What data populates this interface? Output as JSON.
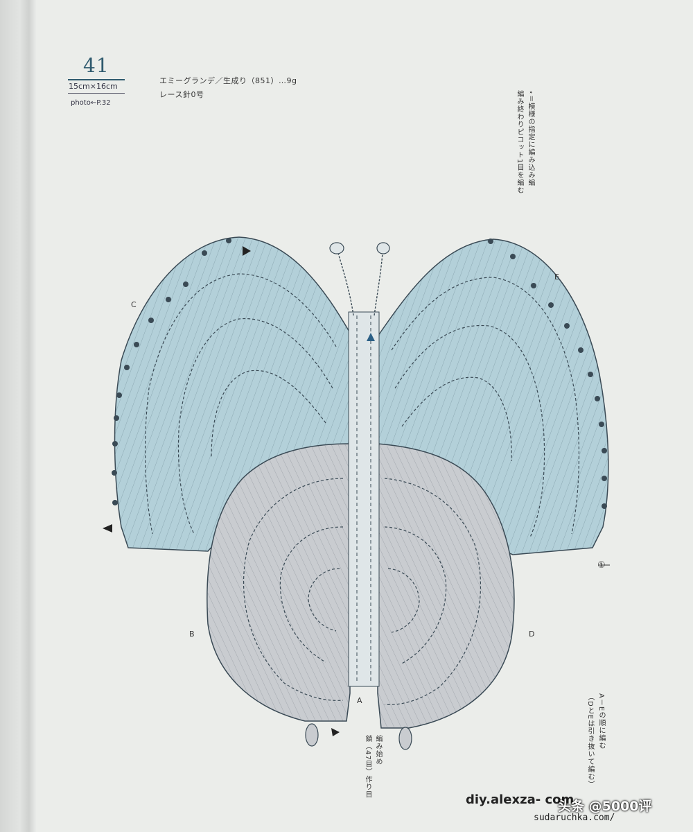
{
  "header": {
    "page_number": "41",
    "size": "15cm×16cm",
    "photo_ref": "photo←P.32",
    "material_line1": "エミーグランデ／生成り（851）…9g",
    "material_line2": "レース針0号"
  },
  "notes": {
    "top_right_line1": "⋆＝模様の指定に編み込み編",
    "top_right_line2": "編み終わりピコット1目を編む",
    "bottom_right_line1": "A－Eの順に編む",
    "bottom_right_line2": "（DとEは引き抜いて編む）",
    "bottom_center_line1": "編み始め",
    "bottom_center_line2": "鎖（47目）作り目",
    "start_mark": "①"
  },
  "part_labels": {
    "a": "A",
    "b": "B",
    "c": "C",
    "d": "D",
    "e": "E"
  },
  "watermark": {
    "site1": "diy.alexza- com",
    "site2": "头条 @5000评",
    "site3": "sudaruchka.com/"
  },
  "colors": {
    "upper_wings": "#b3d0d9",
    "lower_wings": "#c9ccd0",
    "ink": "#3a4a55",
    "page": "#ebedea"
  }
}
